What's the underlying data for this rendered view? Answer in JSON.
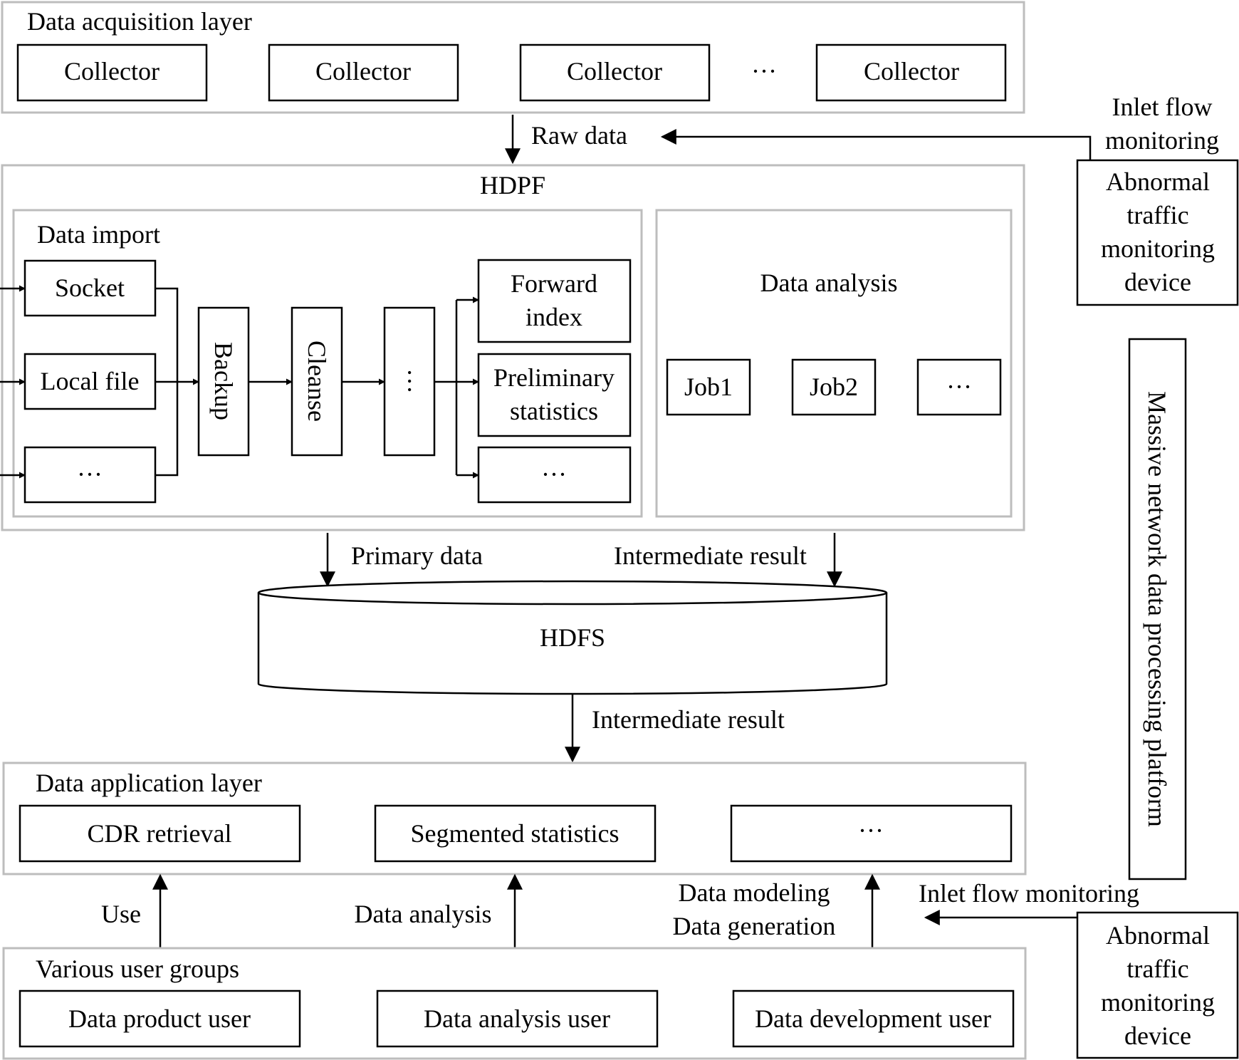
{
  "acquisition": {
    "title": "Data acquisition layer",
    "collectors": [
      "Collector",
      "Collector",
      "Collector",
      "Collector"
    ],
    "ellipsis": "···"
  },
  "flows": {
    "raw_data": "Raw data",
    "primary_data": "Primary data",
    "intermediate_result_top": "Intermediate result",
    "intermediate_result_bottom": "Intermediate result",
    "use": "Use",
    "data_analysis": "Data analysis",
    "data_modeling": "Data modeling",
    "data_generation": "Data generation"
  },
  "inlet_top": {
    "line1": "Inlet flow",
    "line2": "monitoring"
  },
  "device_top": {
    "lines": [
      "Abnormal",
      "traffic",
      "monitoring",
      "device"
    ]
  },
  "hdpf": {
    "title": "HDPF",
    "import_title": "Data import",
    "sources": [
      "Socket",
      "Local file",
      "···"
    ],
    "backup": "Backup",
    "cleanse": "Cleanse",
    "stage_dots": "···",
    "outputs": {
      "forward_1": "Forward",
      "forward_2": "index",
      "prelim_1": "Preliminary",
      "prelim_2": "statistics",
      "more": "···"
    },
    "analysis_title": "Data analysis",
    "jobs": [
      "Job1",
      "Job2",
      "···"
    ]
  },
  "hdfs": {
    "label": "HDFS"
  },
  "application": {
    "title": "Data application layer",
    "items": [
      "CDR retrieval",
      "Segmented statistics",
      "···"
    ]
  },
  "users": {
    "title": "Various user groups",
    "items": [
      "Data product user",
      "Data analysis user",
      "Data development user"
    ]
  },
  "inlet_bottom": {
    "label": "Inlet flow monitoring"
  },
  "device_bottom": {
    "lines": [
      "Abnormal",
      "traffic",
      "monitoring",
      "device"
    ]
  },
  "platform": {
    "label": "Massive network data processing platform"
  }
}
